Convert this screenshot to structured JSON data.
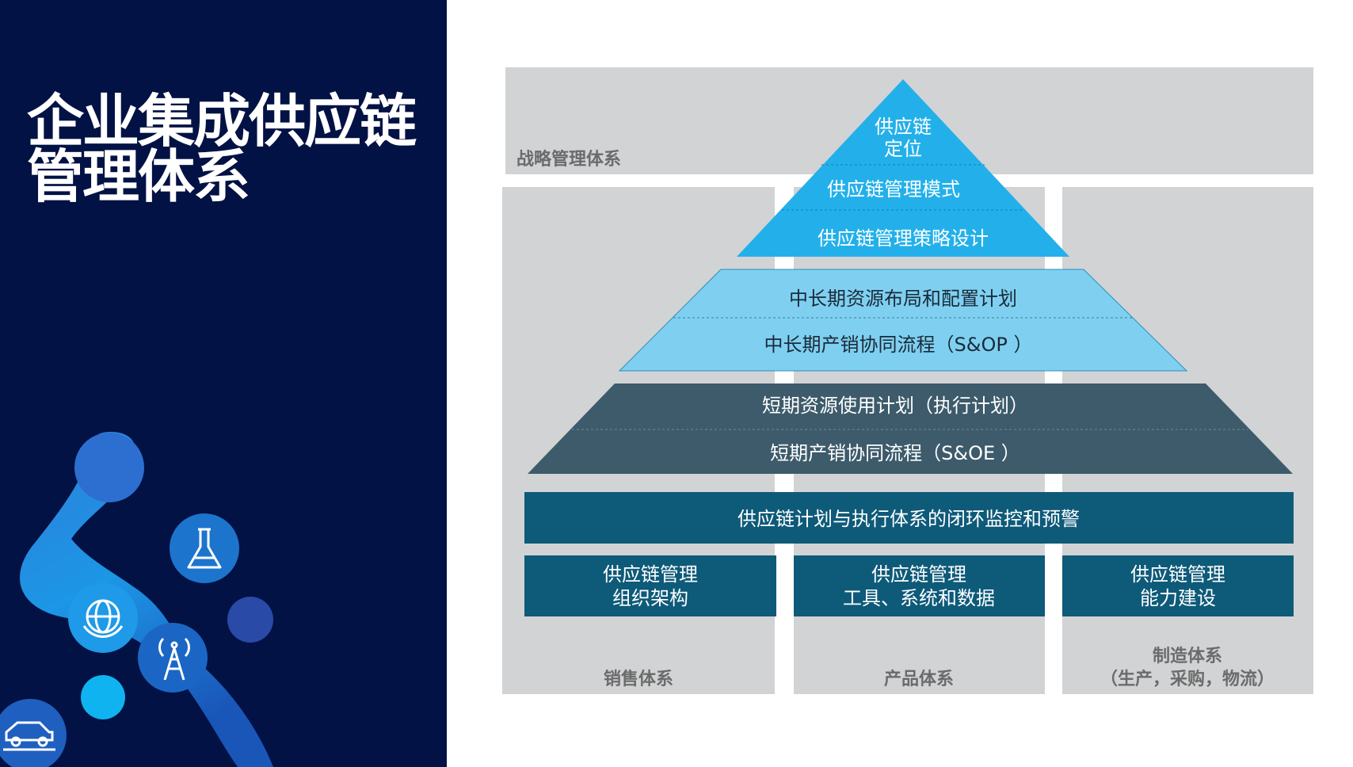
{
  "title": {
    "line1": "企业集成供应链",
    "line2": "管理体系"
  },
  "labels": {
    "strategy": "战略管理体系",
    "sales": "销售体系",
    "product": "产品体系",
    "manufacturing_line1": "制造体系",
    "manufacturing_line2": "（生产，采购，物流）"
  },
  "pyramid": {
    "top": {
      "line1": "供应链",
      "line2": "定位",
      "row2": "供应链管理模式",
      "row3": "供应链管理策略设计"
    },
    "middle": {
      "row1": "中长期资源布局和配置计划",
      "row2": "中长期产销协同流程（S&OP ）"
    },
    "bottom": {
      "row1": "短期资源使用计划（执行计划）",
      "row2": "短期产销协同流程（S&OE ）"
    }
  },
  "banner": "供应链计划与执行体系的闭环监控和预警",
  "foundation": [
    {
      "line1": "供应链管理",
      "line2": "组织架构"
    },
    {
      "line1": "供应链管理",
      "line2": "工具、系统和数据"
    },
    {
      "line1": "供应链管理",
      "line2": "能力建设"
    }
  ],
  "colors": {
    "left_bg": "#021244",
    "top_tier": "#23b0ea",
    "middle_tier": "#7fd0f0",
    "bottom_tier": "#3d5b6b",
    "banner": "#0e5a79",
    "column_bg": "#d2d3d5"
  }
}
